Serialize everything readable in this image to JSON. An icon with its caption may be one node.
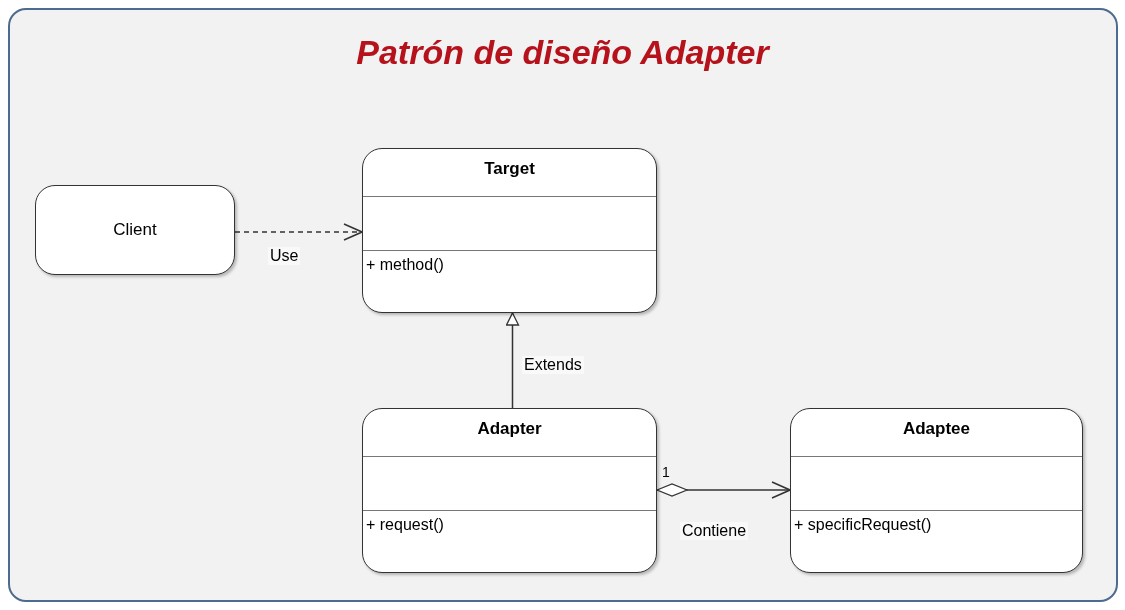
{
  "diagram": {
    "title": "Patrón de diseño Adapter",
    "nodes": [
      {
        "text": [
          "Client"
        ]
      },
      {
        "text": [
          "Target",
          "+ method()"
        ]
      },
      {
        "text": [
          "Adapter",
          "+ request()"
        ]
      },
      {
        "text": [
          "Adaptee",
          "+ specificRequest()"
        ]
      }
    ],
    "edges": [
      {
        "from": 0,
        "to": 1,
        "arrow": "to",
        "label": "Use",
        "style": "dashed"
      },
      {
        "from": 2,
        "to": 1,
        "arrow": "to",
        "label": "Extends"
      },
      {
        "from": 2,
        "to": 3,
        "arrow": "to",
        "label": "Contiene"
      }
    ],
    "labels": [
      "1"
    ]
  }
}
